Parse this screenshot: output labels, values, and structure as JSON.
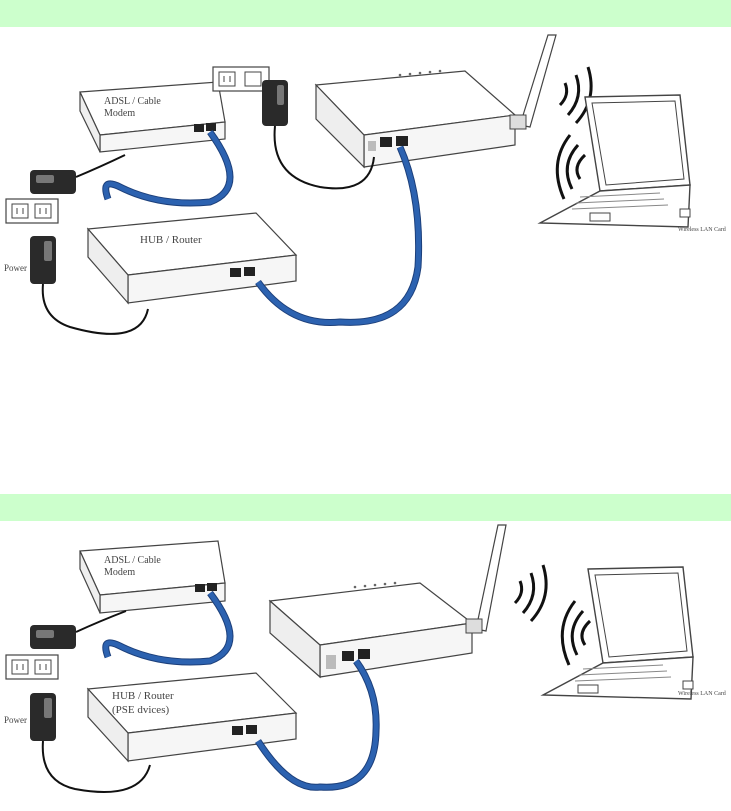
{
  "colors": {
    "header_band": "#ccffcc",
    "cable_blue": "#2c62b0",
    "cable_blue_dark": "#1c3f7a",
    "power_cord": "#111111",
    "outline": "#444444"
  },
  "diagram_a": {
    "modem_label_1": "ADSL / Cable",
    "modem_label_2": "Modem",
    "hub_label": "HUB / Router",
    "power_label": "Power",
    "wlan_label": "Wireless LAN Card"
  },
  "diagram_b": {
    "modem_label_1": "ADSL / Cable",
    "modem_label_2": "Modem",
    "hub_label_1": "HUB / Router",
    "hub_label_2": "(PSE dvices)",
    "power_label": "Power",
    "wlan_label": "Wireless LAN Card"
  }
}
